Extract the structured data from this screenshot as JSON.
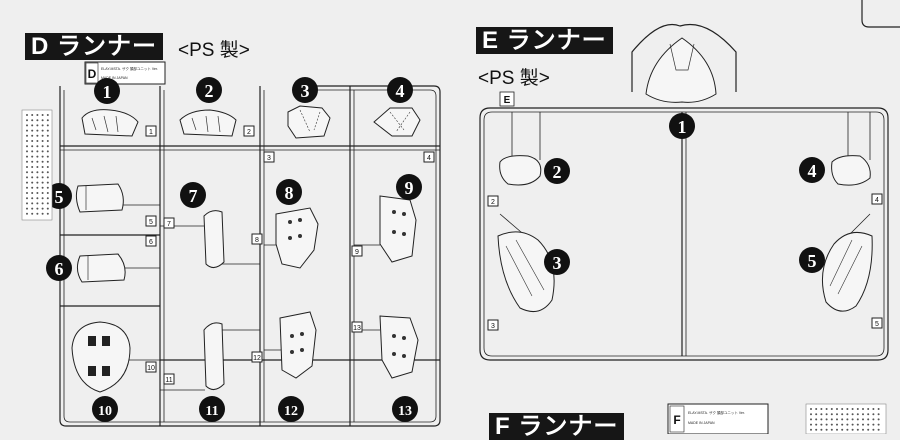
{
  "runner_d": {
    "title": "D ランナー",
    "material": "<PS 製>",
    "tag": "D",
    "info_line1": "ELAY-MSTA. ザク 頭部ユニット Ver.",
    "info_line2": "MADE IN JAPAN",
    "part_numbers": [
      "1",
      "2",
      "3",
      "4",
      "5",
      "6",
      "7",
      "8",
      "9",
      "10",
      "11",
      "12",
      "13"
    ],
    "gate_numbers": [
      "1",
      "2",
      "3",
      "4",
      "5",
      "6",
      "7",
      "8",
      "9",
      "10",
      "11",
      "12",
      "13"
    ]
  },
  "runner_e": {
    "title": "E ランナー",
    "material": "<PS 製>",
    "tag": "E",
    "part_numbers": [
      "1",
      "2",
      "3",
      "4",
      "5"
    ],
    "gate_numbers": [
      "2",
      "3",
      "4",
      "5"
    ]
  },
  "runner_f": {
    "title": "F ランナー",
    "tag": "F",
    "info_line1": "ELAY-MSTA. ザク 頭部ユニット Ver.",
    "info_line2": "MADE IN JAPAN"
  }
}
